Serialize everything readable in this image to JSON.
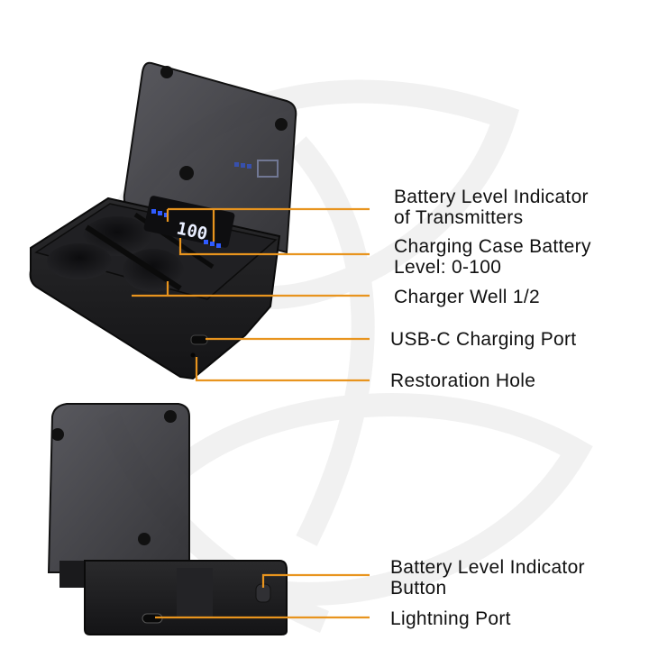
{
  "colors": {
    "leader_line": "#e8941e",
    "case_body": "#1c1c1e",
    "lid_tint": "#3a3a3e",
    "led_blue": "#2f5bff",
    "background": "#ffffff",
    "watermark": "#f1f1f1"
  },
  "display": {
    "digits": "100"
  },
  "callouts": [
    {
      "id": "battery-level-indicator-transmitters",
      "text": "Battery Level Indicator\nof Transmitters"
    },
    {
      "id": "charging-case-battery-level",
      "text": "Charging Case Battery\nLevel: 0-100"
    },
    {
      "id": "charger-well",
      "text": "Charger Well 1/2"
    },
    {
      "id": "usb-c-charging-port",
      "text": "USB-C Charging Port"
    },
    {
      "id": "restoration-hole",
      "text": "Restoration Hole"
    },
    {
      "id": "battery-level-indicator-button",
      "text": "Battery Level Indicator\nButton"
    },
    {
      "id": "lightning-port",
      "text": "Lightning Port"
    }
  ]
}
